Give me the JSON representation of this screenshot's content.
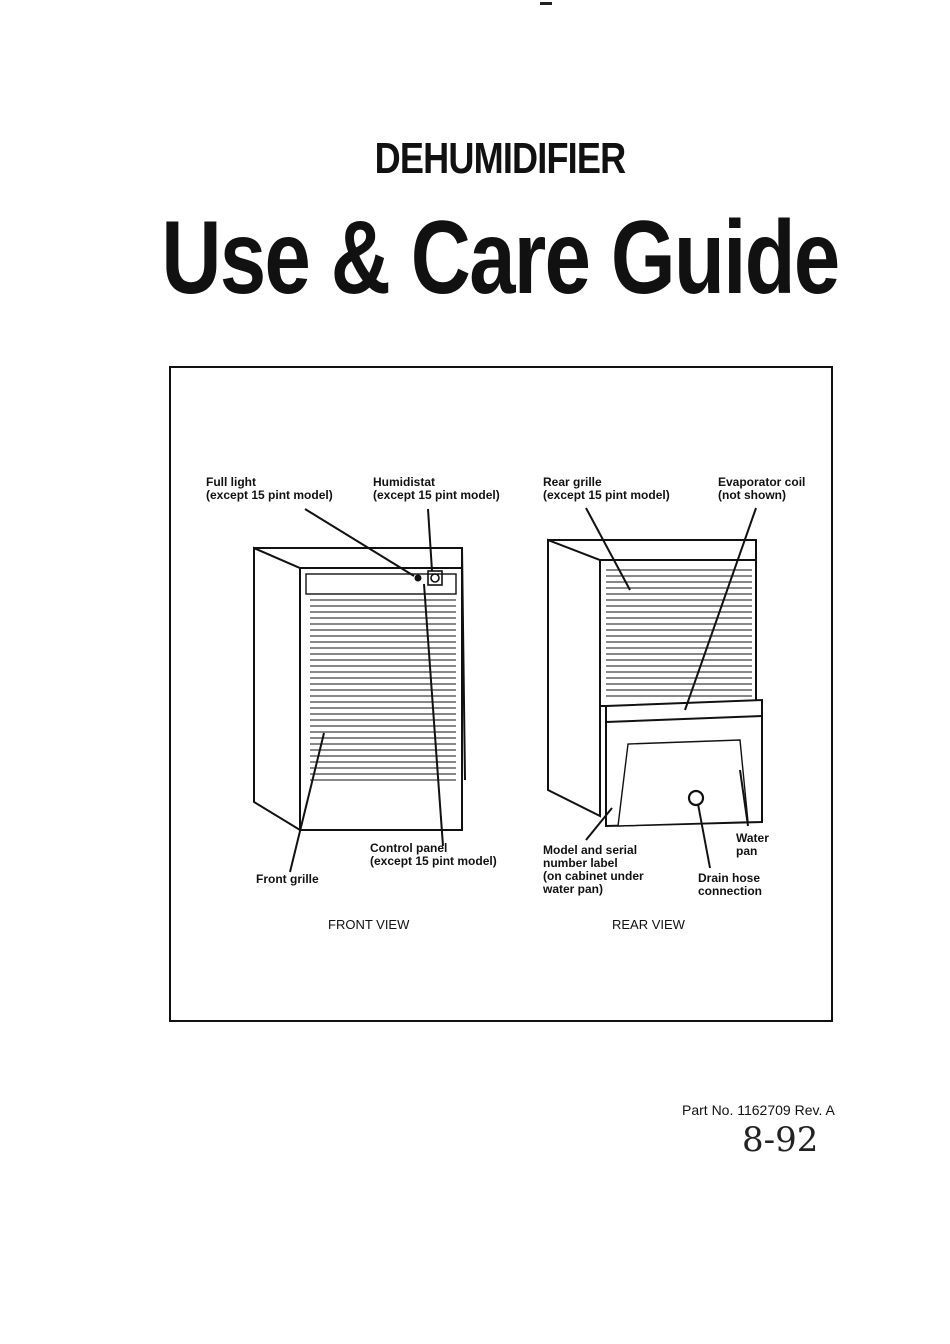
{
  "header": {
    "kicker": "DEHUMIDIFIER",
    "title": "Use & Care Guide"
  },
  "figure": {
    "front_view": {
      "caption": "FRONT VIEW",
      "labels": {
        "full_light": "Full light\n(except 15 pint model)",
        "humidistat": "Humidistat\n(except 15 pint model)",
        "control_panel": "Control panel\n(except 15 pint model)",
        "front_grille": "Front grille"
      }
    },
    "rear_view": {
      "caption": "REAR VIEW",
      "labels": {
        "rear_grille": "Rear grille\n(except 15 pint model)",
        "evaporator_coil": "Evaporator coil\n(not shown)",
        "model_serial_label": "Model and serial\nnumber label\n(on cabinet under\nwater pan)",
        "water_pan": "Water\npan",
        "drain_hose": "Drain hose\nconnection"
      }
    }
  },
  "footer": {
    "part_no": "Part No. 1162709 Rev. A",
    "handwritten_date": "8-92"
  }
}
